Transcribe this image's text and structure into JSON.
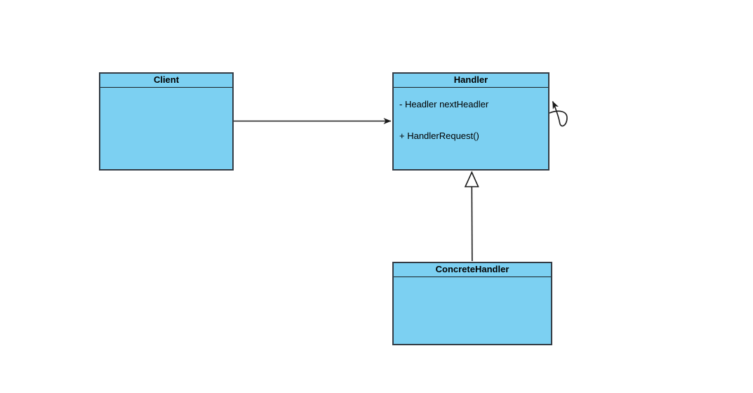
{
  "diagram": {
    "kind": "uml-class-diagram",
    "background": "#ffffff",
    "colors": {
      "box_fill": "#7CD0F2",
      "box_border": "#333B44",
      "connector": "#1a1a1a",
      "triangle_fill": "#ffffff",
      "text": "#000000"
    },
    "classes": {
      "client": {
        "name": "Client",
        "attributes": []
      },
      "handler": {
        "name": "Handler",
        "attributes": [
          "- Headler nextHeadler",
          "+ HandlerRequest()"
        ]
      },
      "concrete_handler": {
        "name": "ConcreteHandler",
        "attributes": []
      }
    },
    "relations": [
      {
        "type": "association",
        "from": "Client",
        "to": "Handler",
        "arrow": "filled"
      },
      {
        "type": "self-association",
        "from": "Handler",
        "to": "Handler",
        "arrow": "filled"
      },
      {
        "type": "generalization",
        "from": "ConcreteHandler",
        "to": "Handler",
        "arrow": "hollow-triangle"
      }
    ]
  }
}
